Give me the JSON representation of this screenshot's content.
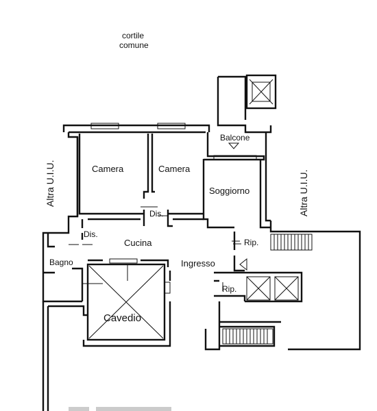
{
  "outside": {
    "courtyard": [
      "cortile",
      "comune"
    ],
    "other_unit_left": "Altra U.I.U.",
    "other_unit_right": "Altra U.I.U."
  },
  "rooms": {
    "camera_1": "Camera",
    "camera_2": "Camera",
    "soggiorno": "Soggiorno",
    "balcone": "Balcone",
    "dis_1": "Dis.",
    "dis_2": "Dis.",
    "cucina": "Cucina",
    "bagno": "Bagno",
    "cavedio": "Cavedio",
    "ingresso": "Ingresso",
    "rip_1": "Rip.",
    "rip_2": "Rip."
  }
}
